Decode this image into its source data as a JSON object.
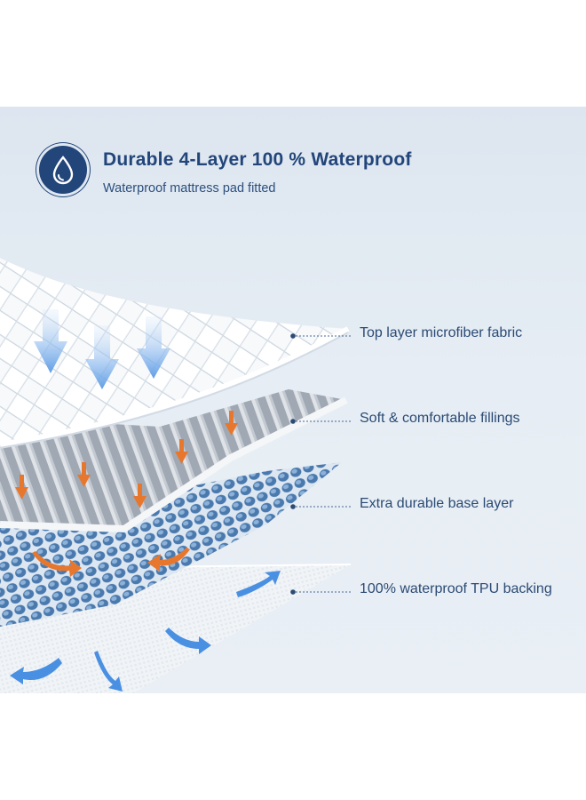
{
  "header": {
    "title": "Durable 4-Layer 100 % Waterproof",
    "subtitle": "Waterproof mattress pad fitted",
    "badge_icon": "water-drop-icon"
  },
  "layers": [
    {
      "label": "Top layer microfiber fabric"
    },
    {
      "label": "Soft & comfortable fillings"
    },
    {
      "label": "Extra durable base layer"
    },
    {
      "label": "100% waterproof TPU backing"
    }
  ],
  "colors": {
    "brand_navy": "#22457a",
    "label_text": "#2b4a74",
    "panel_bg": "#e3ebf3",
    "down_arrow_blue": "#6ea8ea",
    "filling_arrow_orange": "#e8772e",
    "flow_arrow_blue": "#4a90e2",
    "base_layer_blue": "#4f7fb2"
  }
}
